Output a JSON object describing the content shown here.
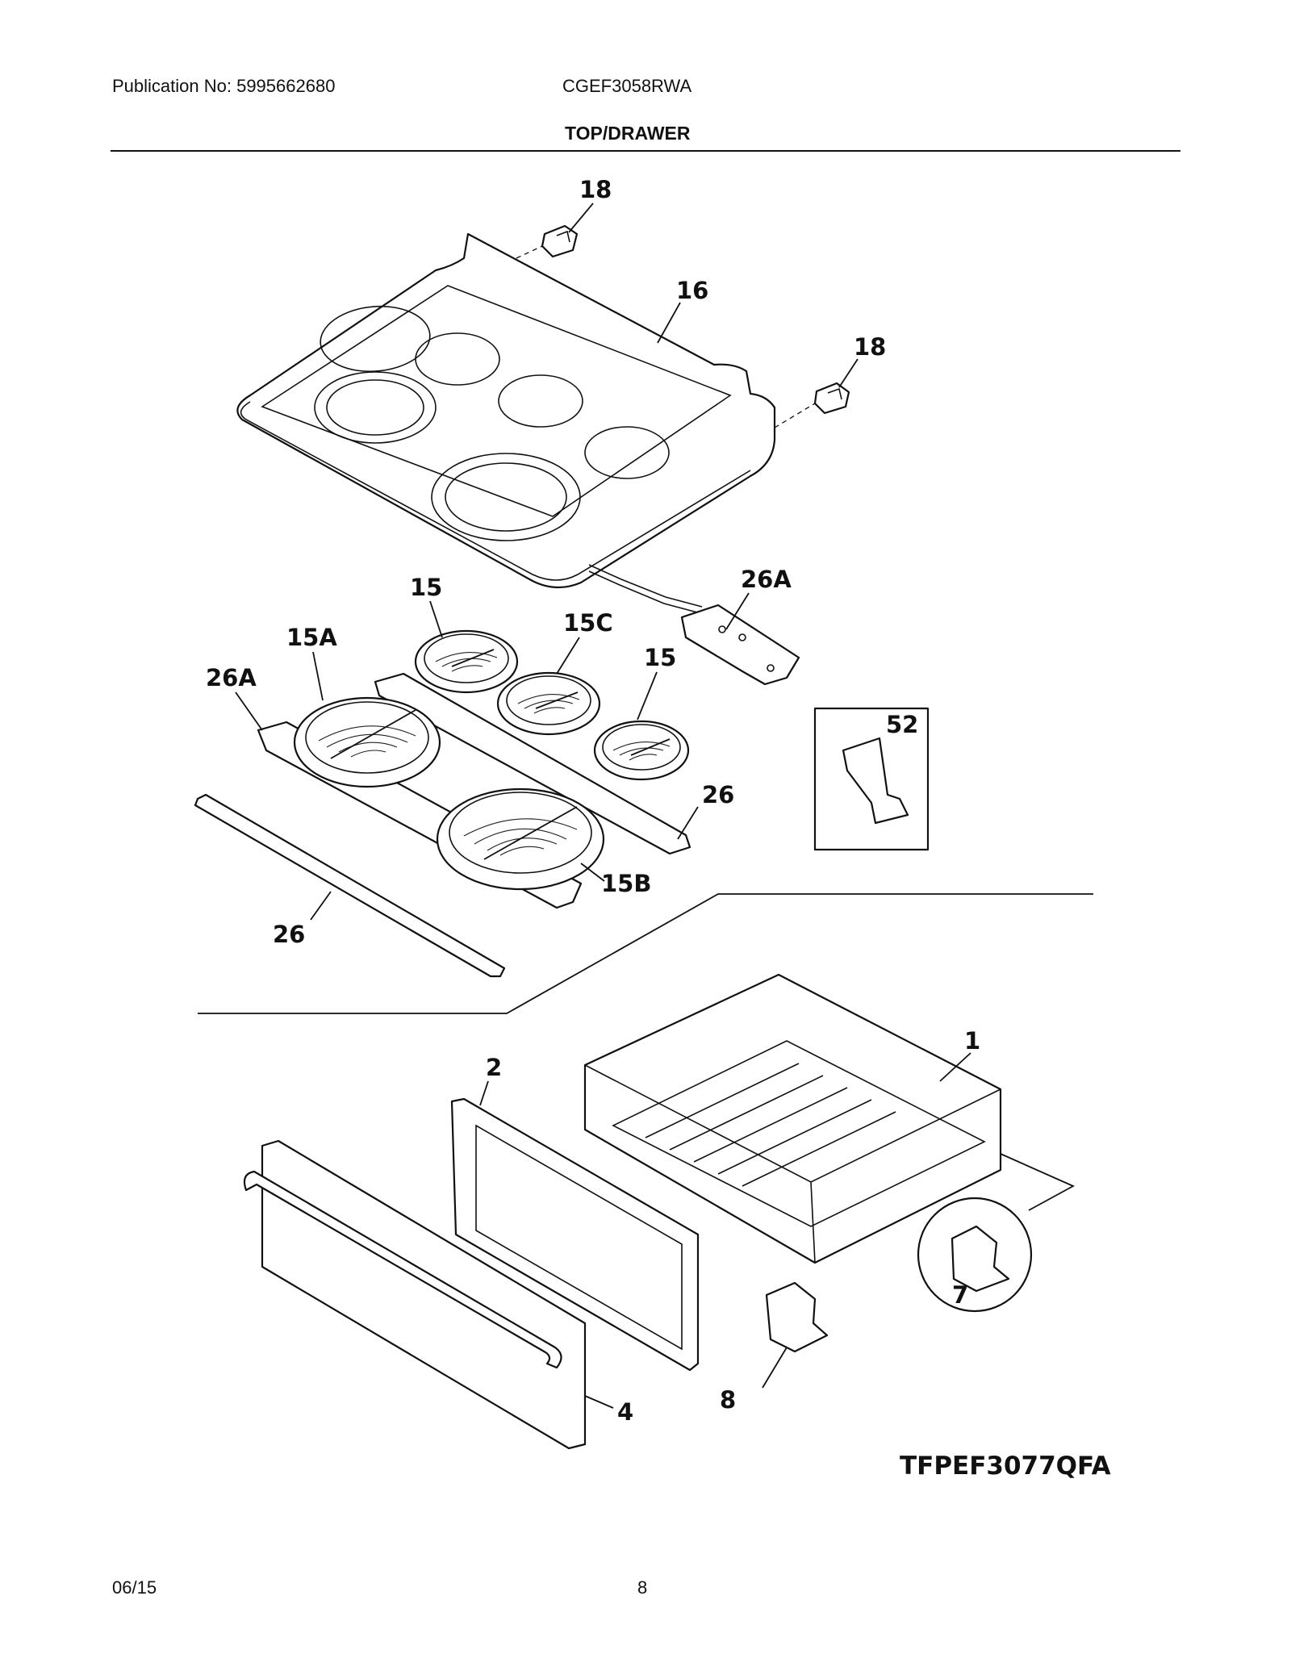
{
  "header": {
    "publication": "Publication No: 5995662680",
    "model": "CGEF3058RWA",
    "section": "TOP/DRAWER"
  },
  "footer": {
    "date": "06/15",
    "page": "8"
  },
  "diagram": {
    "code": "TFPEF3077QFA",
    "callouts": {
      "c18a": "18",
      "c16": "16",
      "c18b": "18",
      "c26A_top": "26A",
      "c15_top": "15",
      "c15A": "15A",
      "c15C": "15C",
      "c15_right": "15",
      "c26A_left": "26A",
      "c52": "52",
      "c26_right": "26",
      "c15B": "15B",
      "c26_bottom": "26",
      "c1": "1",
      "c2": "2",
      "c7": "7",
      "c8": "8",
      "c4": "4"
    }
  }
}
